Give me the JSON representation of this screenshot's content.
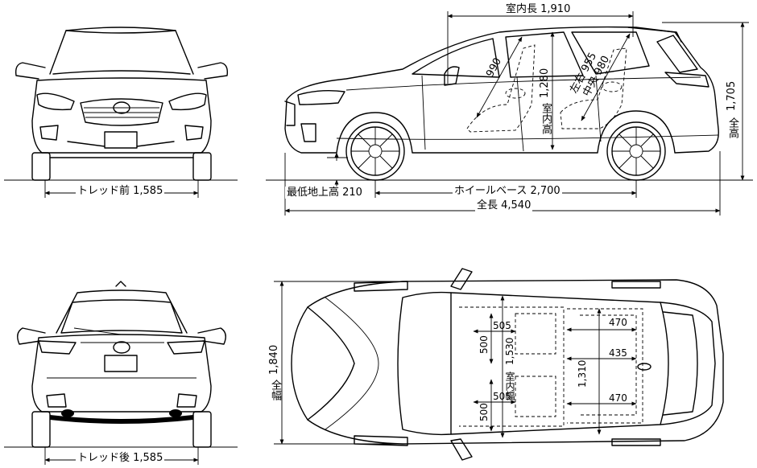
{
  "dimensions": {
    "tread_front": "トレッド前 1,585",
    "tread_rear": "トレッド後 1,585",
    "interior_length": "室内長 1,910",
    "ground_clearance": "最低地上高 210",
    "wheelbase": "ホイールベース 2,700",
    "overall_length": "全長 4,540",
    "overall_height_label": "全高",
    "overall_height_value": "1,705",
    "interior_height_label": "室内高",
    "interior_height_value": "1,280",
    "front_headroom": "990",
    "rear_headroom_lr": "955",
    "rear_headroom_center": "980",
    "rear_lr_label": "左右",
    "rear_center_label": "中央",
    "overall_width_label": "全幅",
    "overall_width_value": "1,840",
    "interior_width_label": "室内幅",
    "interior_width_value": "1,530",
    "front_seat_width_a": "505",
    "front_seat_width_b": "505",
    "front_seat_depth_a": "500",
    "front_seat_depth_b": "500",
    "rear_seat_width_outer_a": "470",
    "rear_seat_width_center": "435",
    "rear_seat_width_outer_b": "470",
    "rear_shoulder": "1,310"
  }
}
